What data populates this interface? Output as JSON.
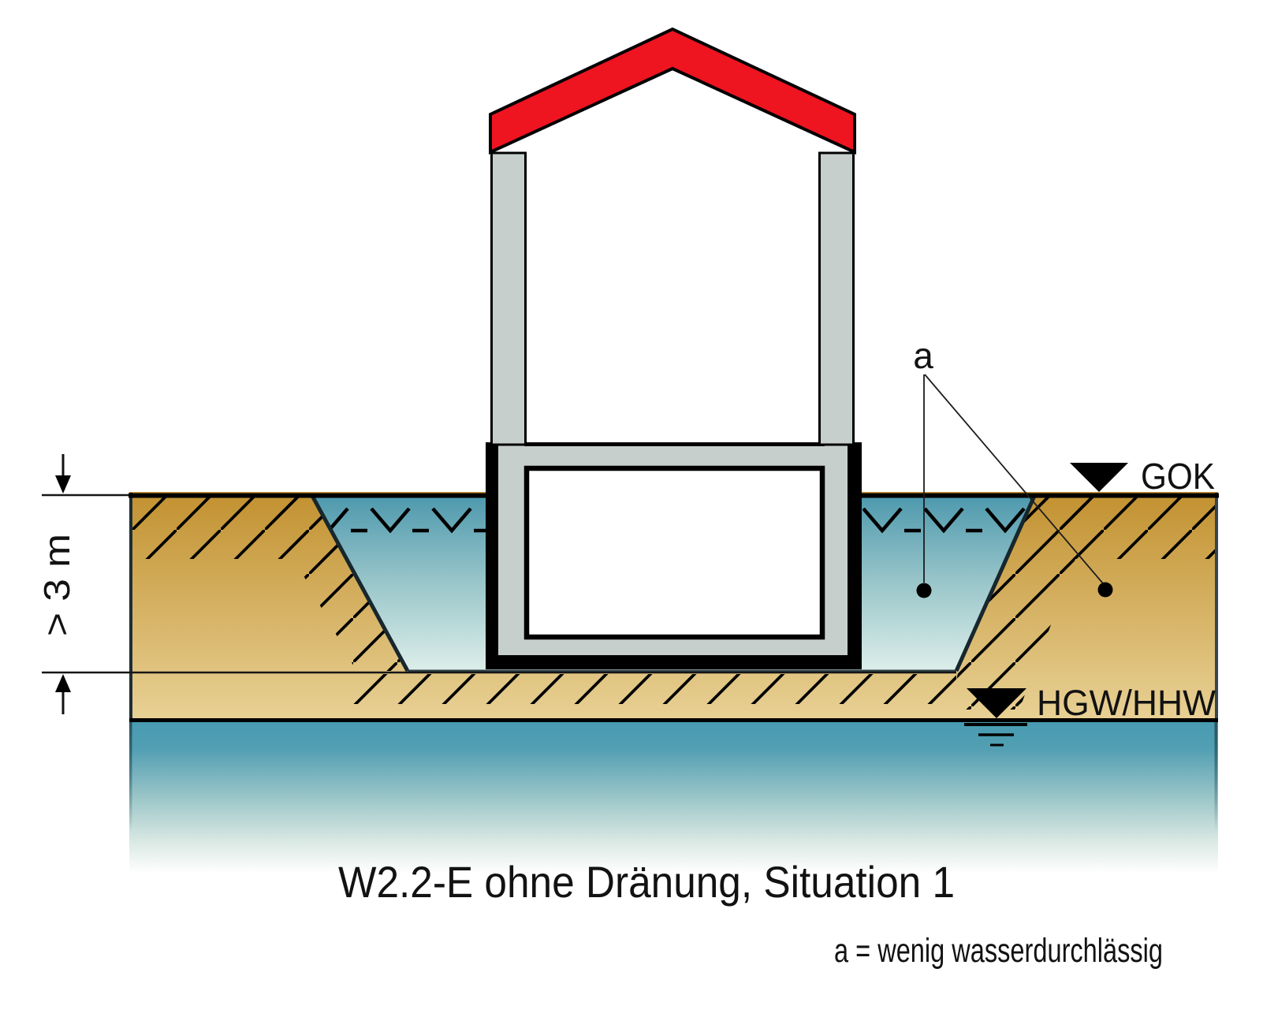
{
  "diagram": {
    "title": "W2.2-E ohne Dränung, Situation 1",
    "legend_note": "a = wenig wasserdurchlässig",
    "labels": {
      "ground_level": "GOK",
      "groundwater_level": "HGW/HHW",
      "depth_dimension": "> 3 m",
      "soil_marker": "a"
    },
    "colors": {
      "roof_red": "#EE1420",
      "wall_gray": "#C6CFCC",
      "soil_top": "#C29130",
      "soil_bottom": "#E8D195",
      "backfill_top": "#4C98AD",
      "backfill_bottom": "#DEEFEA",
      "water_top": "#479BB1",
      "outline_black": "#000000"
    }
  }
}
